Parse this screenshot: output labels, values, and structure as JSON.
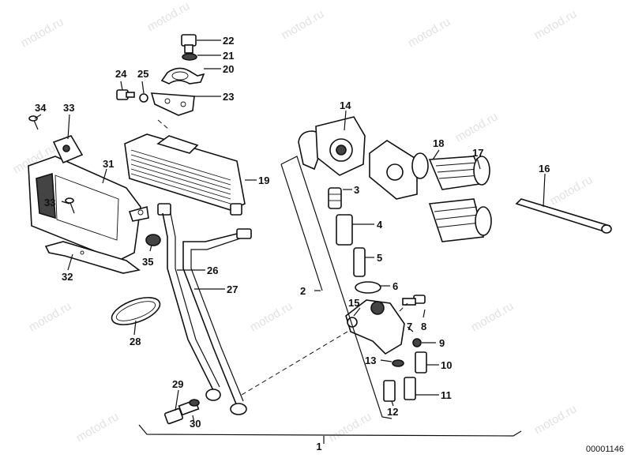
{
  "watermark": "motod.ru",
  "diagram_code": "00001146",
  "callouts": [
    "1",
    "2",
    "3",
    "4",
    "5",
    "6",
    "7",
    "8",
    "9",
    "10",
    "11",
    "12",
    "13",
    "14",
    "15",
    "16",
    "17",
    "18",
    "19",
    "20",
    "21",
    "22",
    "23",
    "24",
    "25",
    "26",
    "27",
    "28",
    "29",
    "30",
    "31",
    "32",
    "33",
    "34",
    "35"
  ]
}
